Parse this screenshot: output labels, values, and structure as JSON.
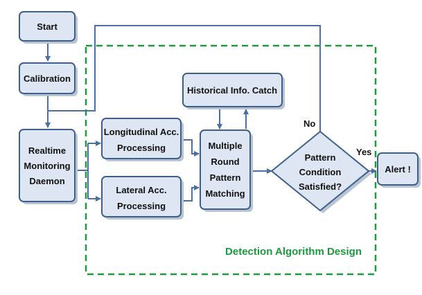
{
  "nodes": {
    "start": "Start",
    "calibration": "Calibration",
    "realtime": [
      "Realtime",
      "Monitoring",
      "Daemon"
    ],
    "longitudinal": [
      "Longitudinal Acc.",
      "Processing"
    ],
    "lateral": [
      "Lateral Acc.",
      "Processing"
    ],
    "historical": "Historical Info. Catch",
    "matching": [
      "Multiple",
      "Round",
      "Pattern",
      "Matching"
    ],
    "decision": [
      "Pattern",
      "Condition",
      "Satisfied?"
    ],
    "alert": "Alert !"
  },
  "edges": {
    "no_label": "No",
    "yes_label": "Yes"
  },
  "region": {
    "label": "Detection Algorithm Design",
    "border_color": "#1c9a3c"
  },
  "colors": {
    "box_fill": "#dde6f2",
    "box_stroke": "#3e5f8a",
    "arrow": "#4a6fa0"
  }
}
